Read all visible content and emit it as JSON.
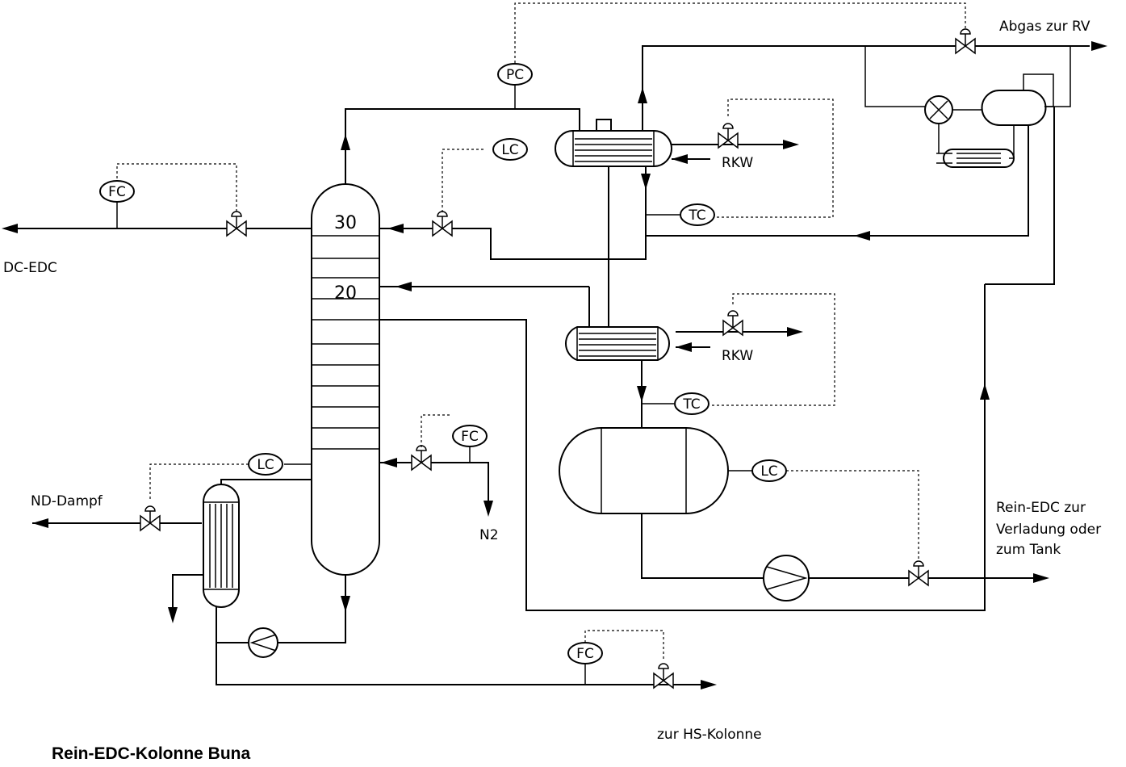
{
  "title": "Rein-EDC-Kolonne  Buna",
  "streams": {
    "feed": "DC-EDC",
    "steam": "ND-Dampf",
    "nitrogen": "N2",
    "offgas": "Abgas zur RV",
    "cooling_water_1": "RKW",
    "cooling_water_2": "RKW",
    "product_line1": "Rein-EDC   zur",
    "product_line2": "Verladung   oder",
    "product_line3": "zum   Tank",
    "bottoms": "zur   HS-Kolonne"
  },
  "column": {
    "tray_top": "30",
    "tray_mid": "20"
  },
  "instruments": {
    "pc": "PC",
    "fc_feed": "FC",
    "lc_condenser": "LC",
    "tc_condenser": "TC",
    "tc_aftercooler": "TC",
    "lc_drum": "LC",
    "lc_column": "LC",
    "fc_n2": "FC",
    "fc_bottoms": "FC"
  }
}
